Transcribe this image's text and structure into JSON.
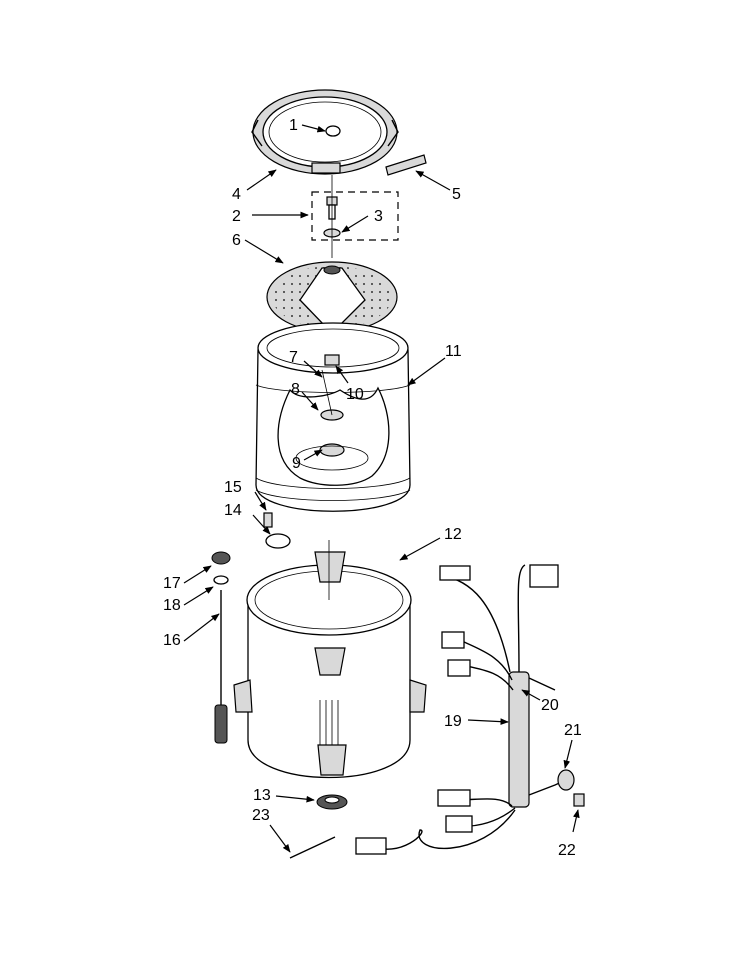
{
  "diagram": {
    "callouts": [
      {
        "id": "1",
        "text": "1"
      },
      {
        "id": "2",
        "text": "2"
      },
      {
        "id": "3",
        "text": "3"
      },
      {
        "id": "4",
        "text": "4"
      },
      {
        "id": "5",
        "text": "5"
      },
      {
        "id": "6",
        "text": "6"
      },
      {
        "id": "7",
        "text": "7"
      },
      {
        "id": "8",
        "text": "8"
      },
      {
        "id": "9",
        "text": "9"
      },
      {
        "id": "10",
        "text": "10"
      },
      {
        "id": "11",
        "text": "11"
      },
      {
        "id": "12",
        "text": "12"
      },
      {
        "id": "13",
        "text": "13"
      },
      {
        "id": "14",
        "text": "14"
      },
      {
        "id": "15",
        "text": "15"
      },
      {
        "id": "16",
        "text": "16"
      },
      {
        "id": "17",
        "text": "17"
      },
      {
        "id": "18",
        "text": "18"
      },
      {
        "id": "19",
        "text": "19"
      },
      {
        "id": "20",
        "text": "20"
      },
      {
        "id": "21",
        "text": "21"
      },
      {
        "id": "22",
        "text": "22"
      },
      {
        "id": "23",
        "text": "23"
      }
    ]
  }
}
